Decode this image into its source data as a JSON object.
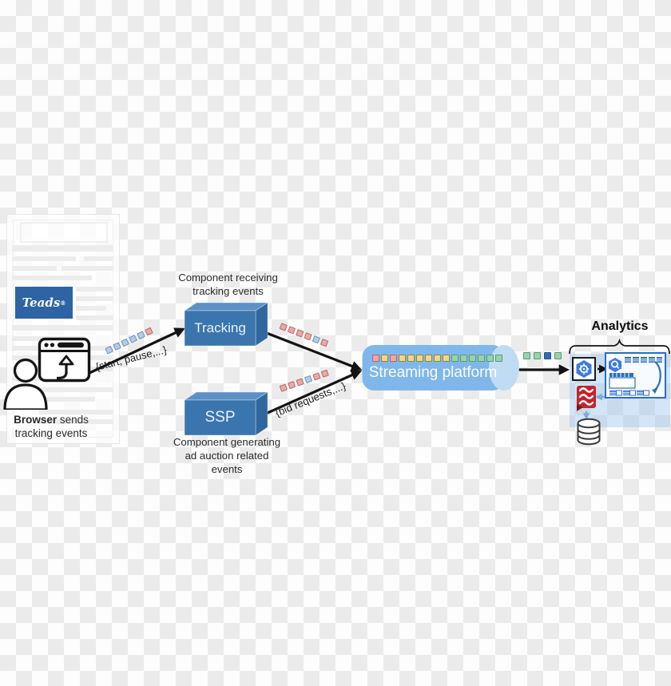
{
  "webpage": {
    "logo": "Teads",
    "logo_mark": "®"
  },
  "browser_caption": {
    "bold": "Browser",
    "rest": " sends",
    "line2": "tracking events"
  },
  "tracking": {
    "label": "Tracking",
    "caption_line1": "Component receiving",
    "caption_line2": "tracking events"
  },
  "ssp": {
    "label": "SSP",
    "caption_line1": "Component generating",
    "caption_line2": "ad auction related",
    "caption_line3": "events"
  },
  "streaming": {
    "label": "Streaming platform"
  },
  "analytics": {
    "title": "Analytics"
  },
  "flows": {
    "browser_to_tracking": {
      "label": "{start, pause,...}",
      "squares": [
        "blue",
        "blue",
        "blue",
        "blue",
        "blue",
        "red"
      ]
    },
    "tracking_to_platform": {
      "squares": [
        "red",
        "red",
        "red",
        "red",
        "blue",
        "red"
      ]
    },
    "ssp_to_platform": {
      "label": "{bid requests,...}",
      "squares": [
        "red",
        "red",
        "red",
        "blue",
        "red",
        "red"
      ]
    },
    "platform_queue": {
      "squares": [
        "red",
        "yellow",
        "red",
        "yellow",
        "yellow",
        "yellow",
        "yellow",
        "yellow",
        "yellow",
        "green",
        "green",
        "green",
        "green",
        "green",
        "green"
      ]
    },
    "platform_to_analytics": {
      "squares": [
        "green",
        "green",
        "darkblue",
        "green"
      ]
    }
  },
  "colors": {
    "theme": {
      "checker-a": "#fdfdfd",
      "checker-b": "#ebebeb",
      "brand-blue": "#2e63a4",
      "box-front": "#3b75ad",
      "box-top": "#5d91c5",
      "box-side": "#30679f",
      "cyl-body": "#7fb7ea",
      "cyl-cap": "#c0dcf4",
      "bq-blue": "#2a6fc0",
      "lt-arrow": "#7aaede",
      "ink": "#151515"
    },
    "squares": {
      "blue": {
        "fill": "#b3cde8",
        "border": "#6d90b4"
      },
      "red": {
        "fill": "#f0a6a4",
        "border": "#ab6c6a"
      },
      "yellow": {
        "fill": "#f5d77d",
        "border": "#8f8450"
      },
      "green": {
        "fill": "#98d3ab",
        "border": "#5d9a76"
      },
      "darkblue": {
        "fill": "#2f6cb5",
        "border": "#24527f"
      }
    }
  },
  "icons": [
    "user-icon",
    "browser-upload-icon",
    "teads-logo",
    "hexagon-gear-icon",
    "bigquery-hexagon-icon",
    "table-icon",
    "refresh-arrow-icon",
    "scalding-icon",
    "database-icon",
    "analytics-brace"
  ]
}
